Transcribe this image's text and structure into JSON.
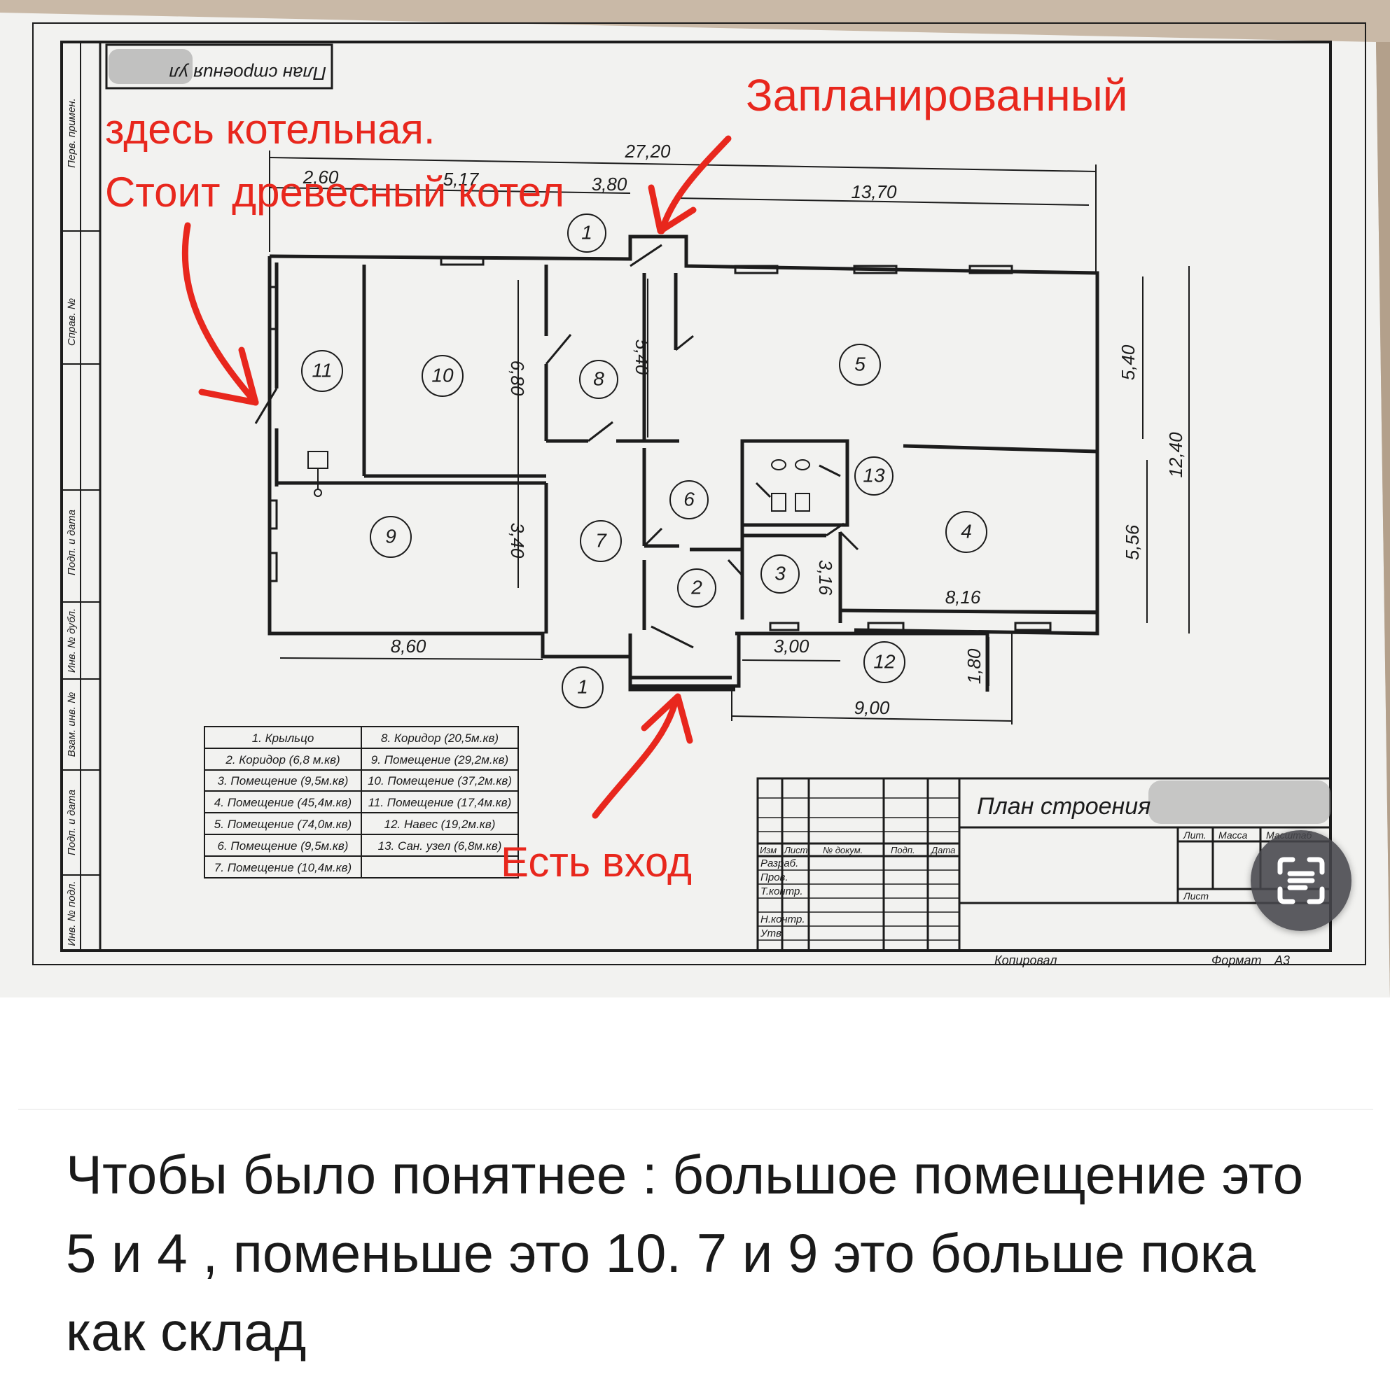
{
  "annotations": {
    "boiler_note_line1": "здесь котельная.",
    "boiler_note_line2": "Стоит древесный котел",
    "planned_note": "Запланированный",
    "entrance_note": "Есть вход"
  },
  "plan": {
    "title_rotated": "План строения ул",
    "title_block_title": "План строения",
    "copied_label": "Копировал",
    "format_label": "Формат",
    "format_value": "А3",
    "dimensions": {
      "d2720": "27,20",
      "d260": "2,60",
      "d517": "5,17",
      "d380": "3,80",
      "d1370": "13,70",
      "d680": "6,80",
      "d540a": "5,40",
      "d540b": "5,40",
      "d1240": "12,40",
      "d556": "5,56",
      "d340": "3,40",
      "d316": "3,16",
      "d816": "8,16",
      "d860": "8,60",
      "d300": "3,00",
      "d180": "1,80",
      "d900": "9,00"
    },
    "room_numbers": {
      "r1a": "1",
      "r1b": "1",
      "r2": "2",
      "r3": "3",
      "r4": "4",
      "r5": "5",
      "r6": "6",
      "r7": "7",
      "r8": "8",
      "r9": "9",
      "r10": "10",
      "r11": "11",
      "r12": "12",
      "r13": "13"
    },
    "legend": [
      [
        "1. Крыльцо",
        "8. Коридор (20,5м.кв)"
      ],
      [
        "2. Коридор (6,8 м.кв)",
        "9. Помещение (29,2м.кв)"
      ],
      [
        "3. Помещение (9,5м.кв)",
        "10. Помещение (37,2м.кв)"
      ],
      [
        "4. Помещение (45,4м.кв)",
        "11. Помещение (17,4м.кв)"
      ],
      [
        "5. Помещение (74,0м.кв)",
        "12. Навес (19,2м.кв)"
      ],
      [
        "6. Помещение (9,5м.кв)",
        "13. Сан. узел (6,8м.кв)"
      ],
      [
        "7. Помещение (10,4м.кв)",
        ""
      ]
    ],
    "side_stamp": [
      "Перв. примен.",
      "Справ. №",
      "Подп. и дата",
      "Инв. № дубл.",
      "Взам. инв. №",
      "Подп. и дата",
      "Инв. № подл."
    ],
    "title_block": {
      "header": [
        "Изм",
        "Лист",
        "№ докум.",
        "Подп.",
        "Дата"
      ],
      "rows": [
        "Разраб.",
        "Пров.",
        "Т.контр.",
        "",
        "Н.контр.",
        "Утв."
      ],
      "lit": "Лит.",
      "mass": "Масса",
      "scale": "Масштаб",
      "sheet": "Лист"
    }
  },
  "message": {
    "text": "Чтобы было понятнее : большое помещение это 5 и 4 , поменьше это 10. 7 и 9 это больше пока как склад"
  },
  "lens_button": {
    "icon": "text-scan-icon"
  },
  "colors": {
    "annotation_red": "#e8271d",
    "ink": "#1c1c1c",
    "paper": "#f3f3f1"
  }
}
